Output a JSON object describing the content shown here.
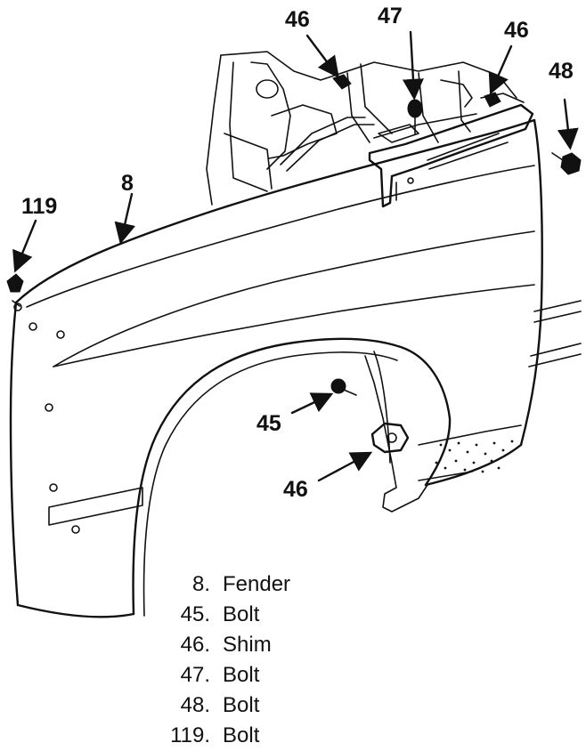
{
  "callouts": {
    "c8": "8",
    "c45": "45",
    "c46_top": "46",
    "c46_right": "46",
    "c46_bottom": "46",
    "c47": "47",
    "c48": "48",
    "c119": "119"
  },
  "legend": [
    {
      "num": "8.",
      "label": "Fender"
    },
    {
      "num": "45.",
      "label": "Bolt"
    },
    {
      "num": "46.",
      "label": "Shim"
    },
    {
      "num": "47.",
      "label": "Bolt"
    },
    {
      "num": "48.",
      "label": "Bolt"
    },
    {
      "num": "119.",
      "label": "Bolt"
    }
  ]
}
